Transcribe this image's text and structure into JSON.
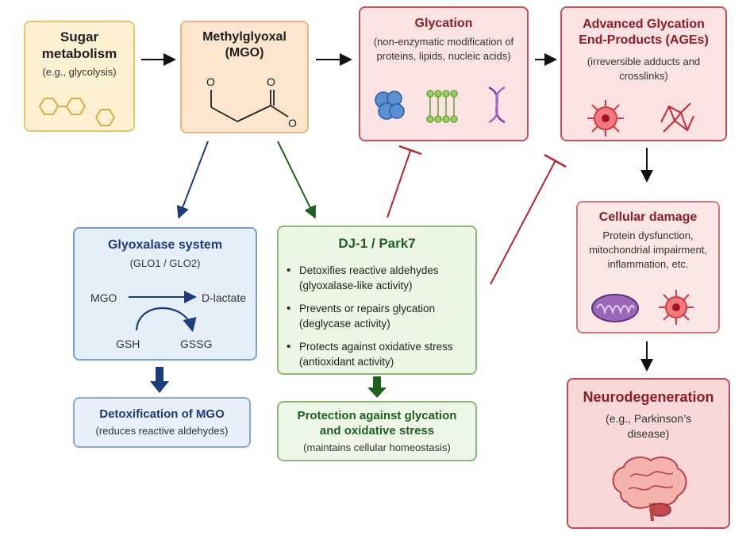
{
  "sugar": {
    "title": "Sugar metabolism",
    "sub": "(e.g., glycolysis)"
  },
  "mgo": {
    "title": "Methylglyoxal (MGO)",
    "atom1": "O",
    "atom2": "O"
  },
  "glycation": {
    "title": "Glycation",
    "sub": "(non-enzymatic modification of proteins, lipids, nucleic acids)"
  },
  "ages": {
    "title": "Advanced Glycation End-Products (AGEs)",
    "sub": "(irreversible adducts and crosslinks)"
  },
  "glyoxalase": {
    "title": "Glyoxalase system",
    "sub": "(GLO1 / GLO2)",
    "mgo": "MGO",
    "dlactate": "D-lactate",
    "gsh": "GSH",
    "gssg": "GSSG"
  },
  "dj1": {
    "title": "DJ-1 / Park7",
    "bullets": [
      "Detoxifies reactive aldehydes (glyoxalase-like activity)",
      "Prevents or repairs glycation (deglycase activity)",
      "Protects against oxidative stress (antioxidant activity)"
    ]
  },
  "detox": {
    "title": "Detoxification of MGO",
    "sub": "(reduces reactive aldehydes)"
  },
  "protection": {
    "title": "Protection against glycation and oxidative stress",
    "sub": "(maintains cellular homeostasis)"
  },
  "damage": {
    "title": "Cellular damage",
    "sub": "Protein dysfunction, mitochondrial impairment, inflammation, etc."
  },
  "neuro": {
    "title": "Neurodegeneration",
    "sub": "(e.g., Parkinson’s disease)"
  },
  "icons": [
    "hexagon-chain-icon",
    "protein-blob-icon",
    "lipid-bilayer-icon",
    "dna-helix-icon",
    "cell-icon",
    "crosslink-network-icon",
    "mitochondrion-icon",
    "brain-icon"
  ],
  "colors": {
    "blue_arrow": "#1b3d7a",
    "green_arrow": "#1f5f1f",
    "inhibit": "#b8242c",
    "black": "#111111"
  }
}
